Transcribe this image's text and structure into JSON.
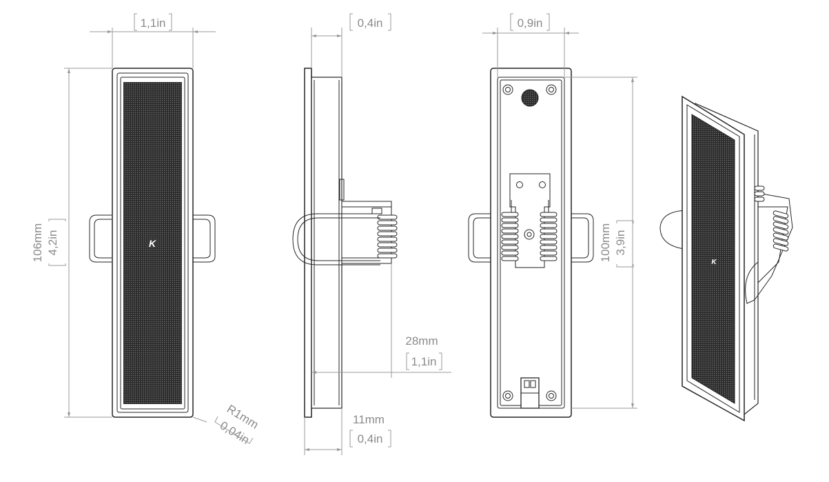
{
  "dims": {
    "front_width_in": "1,1in",
    "side_depth_in": "0,4in",
    "back_width_in": "0,9in",
    "height_mm": "106mm",
    "height_in": "4,2in",
    "radius_mm": "R1mm",
    "radius_in": "0,04in",
    "clip_mm": "28mm",
    "clip_in": "1,1in",
    "flange_mm": "11mm",
    "flange_in": "0,4in",
    "inner_height_mm": "100mm",
    "inner_height_in": "3,9in"
  },
  "logo": "K",
  "colors": {
    "grille": "#2b2b2b",
    "dimension": "#8a8a8a",
    "outline": "#222222"
  }
}
